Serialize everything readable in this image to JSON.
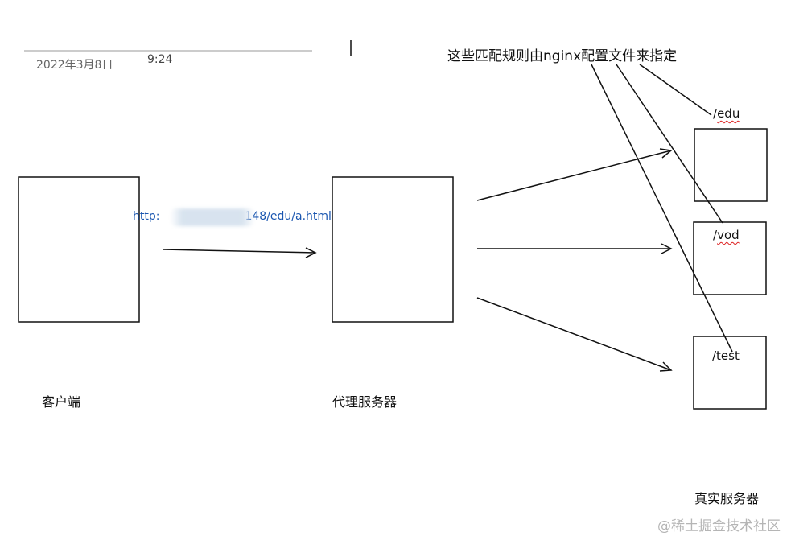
{
  "header": {
    "date": "2022年3月8日",
    "time": "9:24"
  },
  "annotation": "这些匹配规则由nginx配置文件来指定",
  "request": {
    "url_start": "http:",
    "url_end": "148/edu/a.html"
  },
  "nodes": {
    "client": "客户端",
    "proxy": "代理服务器",
    "real": "真实服务器"
  },
  "routes": [
    {
      "path": "/edu"
    },
    {
      "path": "/vod"
    },
    {
      "path": "/test"
    }
  ],
  "watermark": "@稀土掘金技术社区"
}
